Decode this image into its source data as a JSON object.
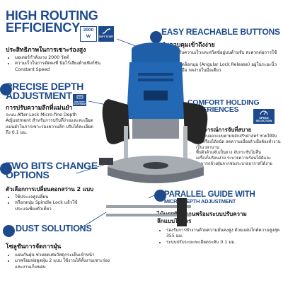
{
  "sections": {
    "high_routing": {
      "title_line1": "HIGH ROUTING",
      "title_line2": "EFFICIENCY",
      "power_value": "2000",
      "power_unit": "W",
      "badge": "SOFT START",
      "subtitle": "ประสิทธิภาพในการเซาะร่องสูง",
      "bullets": [
        "มอเตอร์กำลังแรง 2000 วัตต์",
        "ความเร็วในการตัดคงที่ นิ่มไร้เสียงด้วยฟังก์ชัน Constant Speed"
      ]
    },
    "easy_buttons": {
      "title": "EASY REACHABLE BUTTONS",
      "subtitle": "ปุ่มควบคุมเข้าถึงง่าย",
      "bullets": [
        "ปุ่มปรับความเร็วและสวิตช์อยู่บนด้ามจับ สะดวกต่อการใช้งาน",
        "ปุ่มปลดล็อกมุม (Angular Lock Release) อยู่ในระยะนิ้วหัวแม่มือ กดง่ายในมือเดียว"
      ]
    },
    "precise_depth": {
      "title_line1": "PRECISE DEPTH",
      "title_line2": "ADJUSTMENT",
      "badge": "FINE DEPTH ADJUSTMENT",
      "subtitle": "การปรับความลึกที่แม่นยำ",
      "body": "ระบบ After-Lock Micro-fine Depth Adjustment สำหรับการปรับที่ง่ายและละเอียดแม่นยำในการเซาะร่องความลึก ปรับได้ละเอียดถึง 0.1 มม."
    },
    "comfort": {
      "title_line1": "COMFORT HOLDING",
      "title_line2": "EXPERIENCES",
      "badge_line1": "SPEED",
      "badge_line2": "SELECTION",
      "subtitle": "ประสบการณ์การจับที่สบาย",
      "bullets": [
        "ด้ามจับออกแบบตามหลักสรีรศาสตร์ ช่วยให้จับถือเครื่องได้ถนัด ลดความเมื่อยล้าเมื่อต้องทำงานเป็นเวลานาน",
        "พื้นผิวด้ามจับเป็นยาง จับกระชับไม่ลื่น",
        "เครื่องไม่ร้อนง่าย ระบายความร้อนได้ดีและสามารถล้างฝุ่นจากช่องระบายอากาศได้ง่าย"
      ]
    },
    "two_bits": {
      "title_line1": "TWO BITS CHANGE",
      "title_line2": "OPTIONS",
      "subtitle": "ตัวเลือกการเปลี่ยนดอกสว่าน 2 แบบ",
      "bullets": [
        "ใช้ประแจคู่เปลี่ยน",
        "หรือกดปุ่ม Spindle Lock แล้วใช้ประแจเพียงตัวเดียว"
      ]
    },
    "parallel_guide": {
      "title_line1": "PARALLEL GUIDE WITH",
      "title_line2": "MICRO DEPTH ADJUSTMENT",
      "subtitle_line1": "ไม้บรรทัดขนานพร้อมระบบปรับความ",
      "subtitle_line2": "ลึกแบบไมโคร",
      "bullets": [
        "รองรับการทำงานด้วยความมั่นคงสูง ด้วยแผ่นไกด์ความสูงสุด 355 มม.",
        "ระบบปรับระยะละเอียดระดับ 0.1 มม."
      ]
    },
    "dust": {
      "title": "DUST SOLUTIONS",
      "subtitle": "โซลูชันการจัดการฝุ่น",
      "bullets": [
        "แผ่นกันฝุ่น ช่วยลดเศษวัสดุกระเด็นเข้าหน้า",
        "มาพร้อมท่อดูดฝุ่น 2 แบบ ใช้งานได้ทั้งงานเซาะร่องและงานเก็บขอบ"
      ]
    }
  },
  "colors": {
    "brand_blue": "#1c4a8c",
    "tool_blue": "#1f5fa8"
  }
}
